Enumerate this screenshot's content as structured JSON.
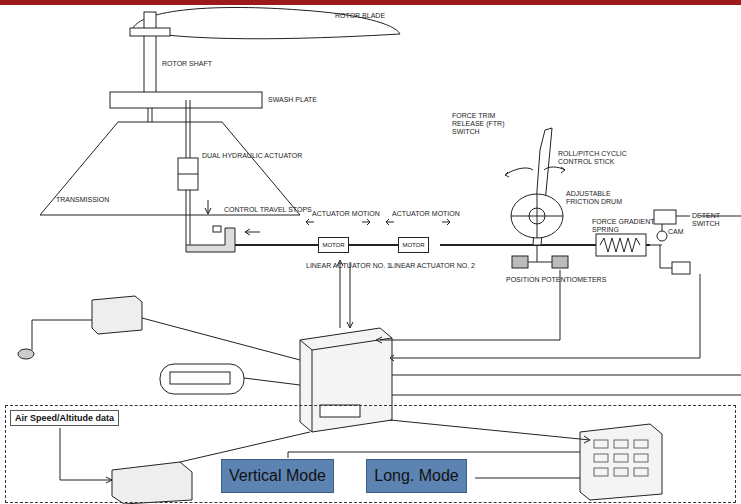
{
  "diagram": {
    "nodes": [
      {
        "text": [
          "Air Speed/Altitude data"
        ]
      },
      {
        "text": [
          "Vertical Mode"
        ],
        "in": 0
      },
      {
        "text": [
          "Long. Mode"
        ],
        "in": 0
      },
      {
        "text": [
          "MOTOR"
        ]
      },
      {
        "text": [
          "MOTOR"
        ]
      }
    ],
    "edges": [
      {
        "from": 3,
        "to": 4,
        "arrow": "none"
      }
    ],
    "labels": [
      "ROTOR BLADE",
      "ROTOR SHAFT",
      "SWASH PLATE",
      "DUAL HYDRAULIC ACTUATOR",
      "TRANSMISSION",
      "CONTROL TRAVEL STOPS",
      "ACTUATOR MOTION",
      "LINEAR ACTUATOR NO. 1",
      "ACTUATOR MOTION",
      "LINEAR ACTUATOR NO. 2",
      "FORCE TRIM RELEASE (FTR) SWITCH",
      "ROLL/PITCH CYCLIC CONTROL STICK",
      "ADJUSTABLE FRICTION DRUM",
      "POSITION POTENTIOMETERS",
      "FORCE GRADIENT SPRING",
      "CAM",
      "DETENT SWITCH"
    ]
  }
}
